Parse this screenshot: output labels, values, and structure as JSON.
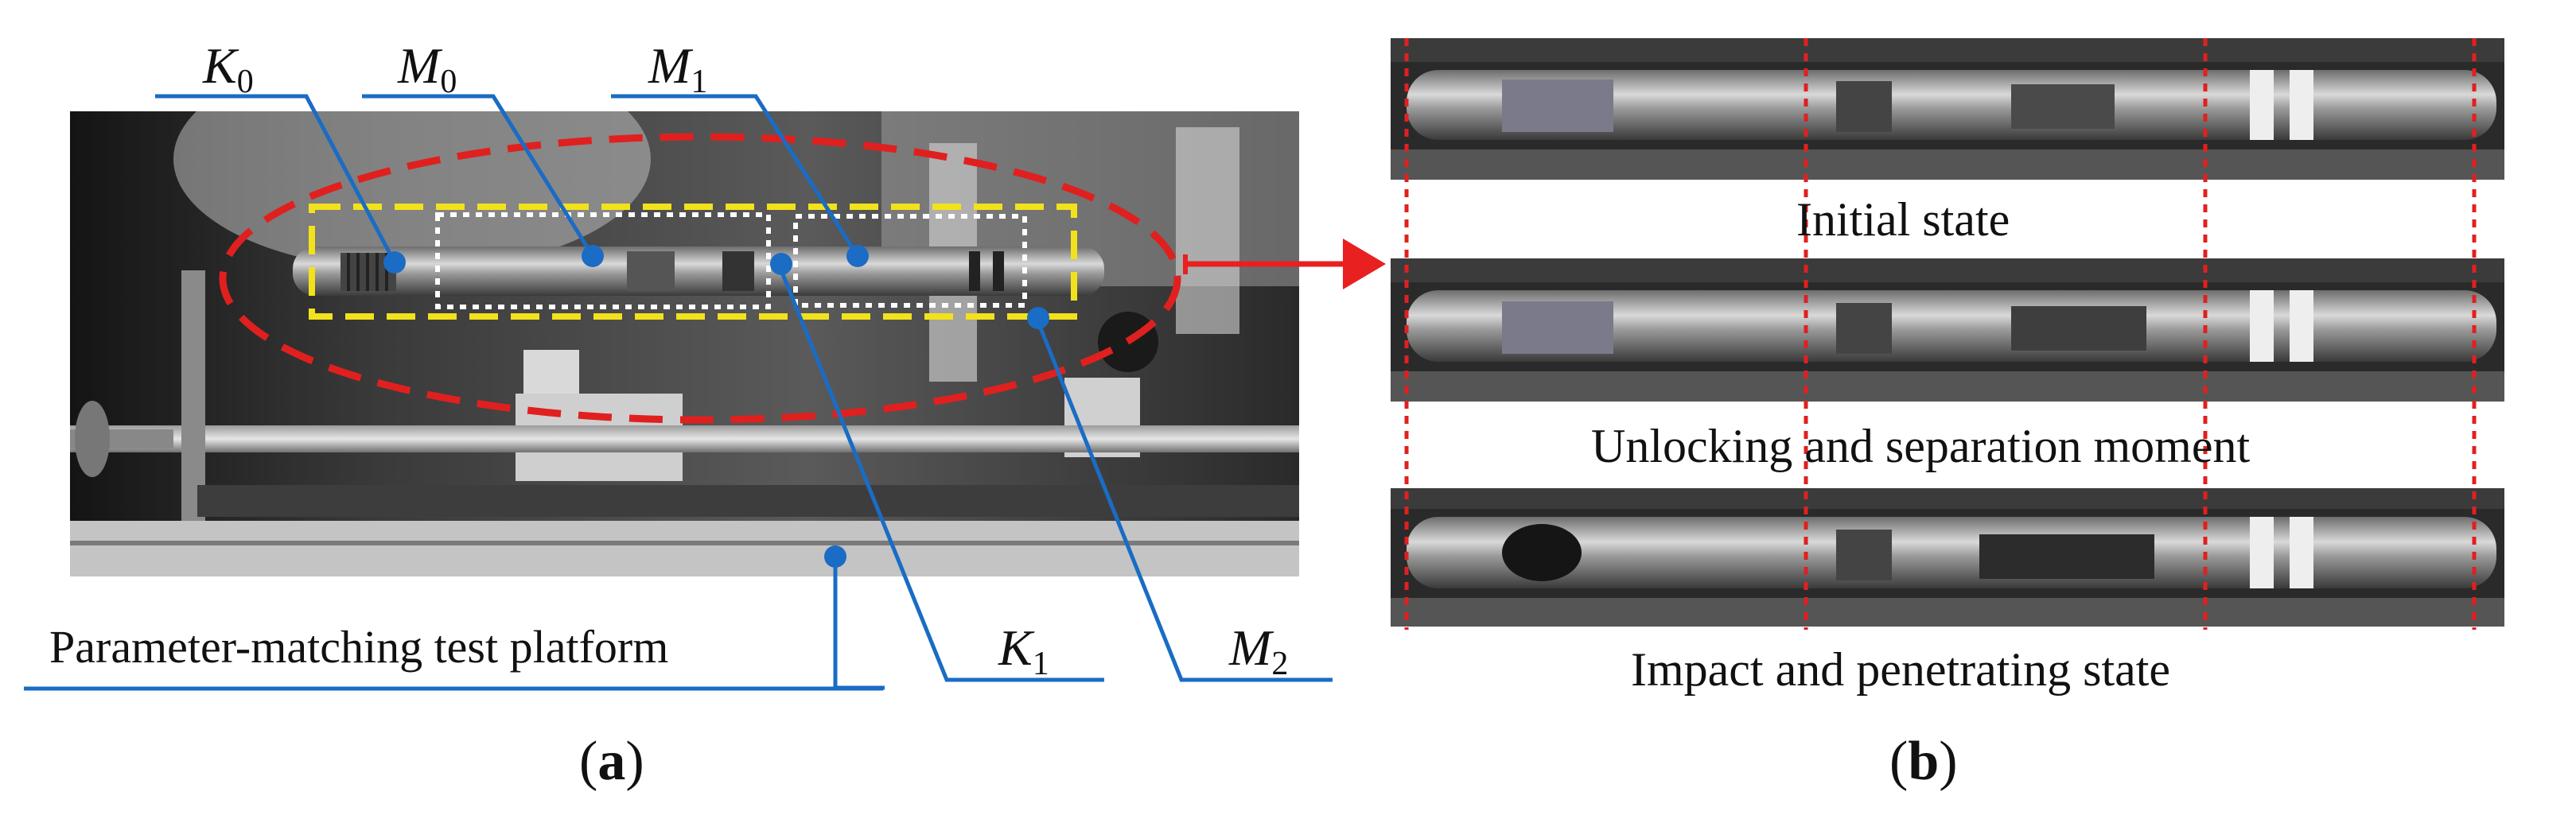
{
  "panel_a": {
    "callouts": {
      "k0": {
        "sym": "K",
        "sub": "0"
      },
      "m0": {
        "sym": "M",
        "sub": "0"
      },
      "m1": {
        "sym": "M",
        "sub": "1"
      },
      "k1": {
        "sym": "K",
        "sub": "1"
      },
      "m2": {
        "sym": "M",
        "sub": "2"
      }
    },
    "platform_label": "Parameter-matching test platform",
    "sub_label": {
      "open": "(",
      "letter": "a",
      "close": ")"
    }
  },
  "panel_b": {
    "states": [
      {
        "caption": "Initial state"
      },
      {
        "caption": "Unlocking and separation moment"
      },
      {
        "caption": "Impact and penetrating state"
      }
    ],
    "sub_label": {
      "open": "(",
      "letter": "b",
      "close": ")"
    }
  },
  "colors": {
    "callout_line": "#1a6cc4",
    "ellipse": "#e0201f",
    "box_yellow": "#f2e21c",
    "box_white": "#ffffff",
    "arrow": "#e82020",
    "state_line": "#e02020"
  }
}
